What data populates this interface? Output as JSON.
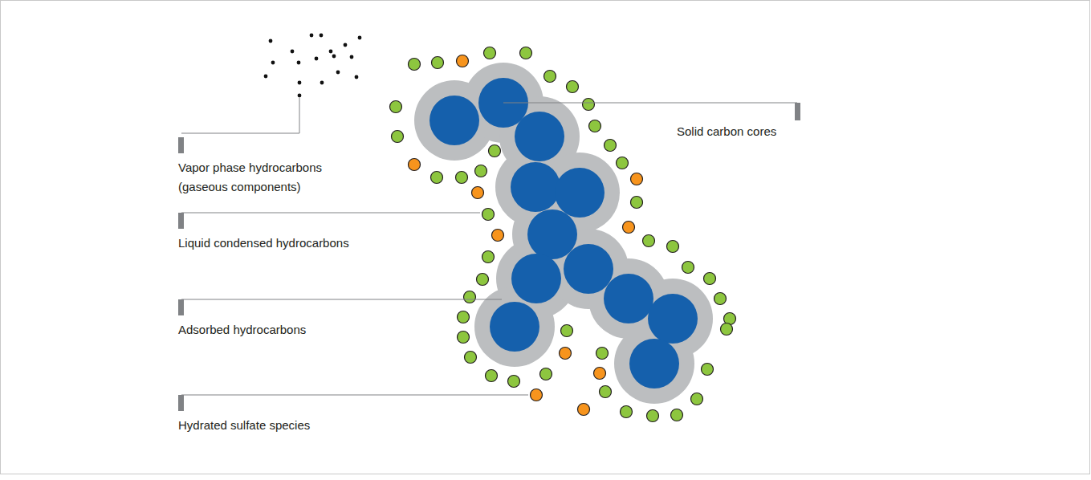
{
  "diagram": {
    "labels": [
      "Vapor phase hydrocarbons (gaseous components)",
      "Liquid condensed hydrocarbons",
      "Adsorbed hydrocarbons",
      "Hydrated sulfate species",
      "Solid carbon cores"
    ]
  }
}
